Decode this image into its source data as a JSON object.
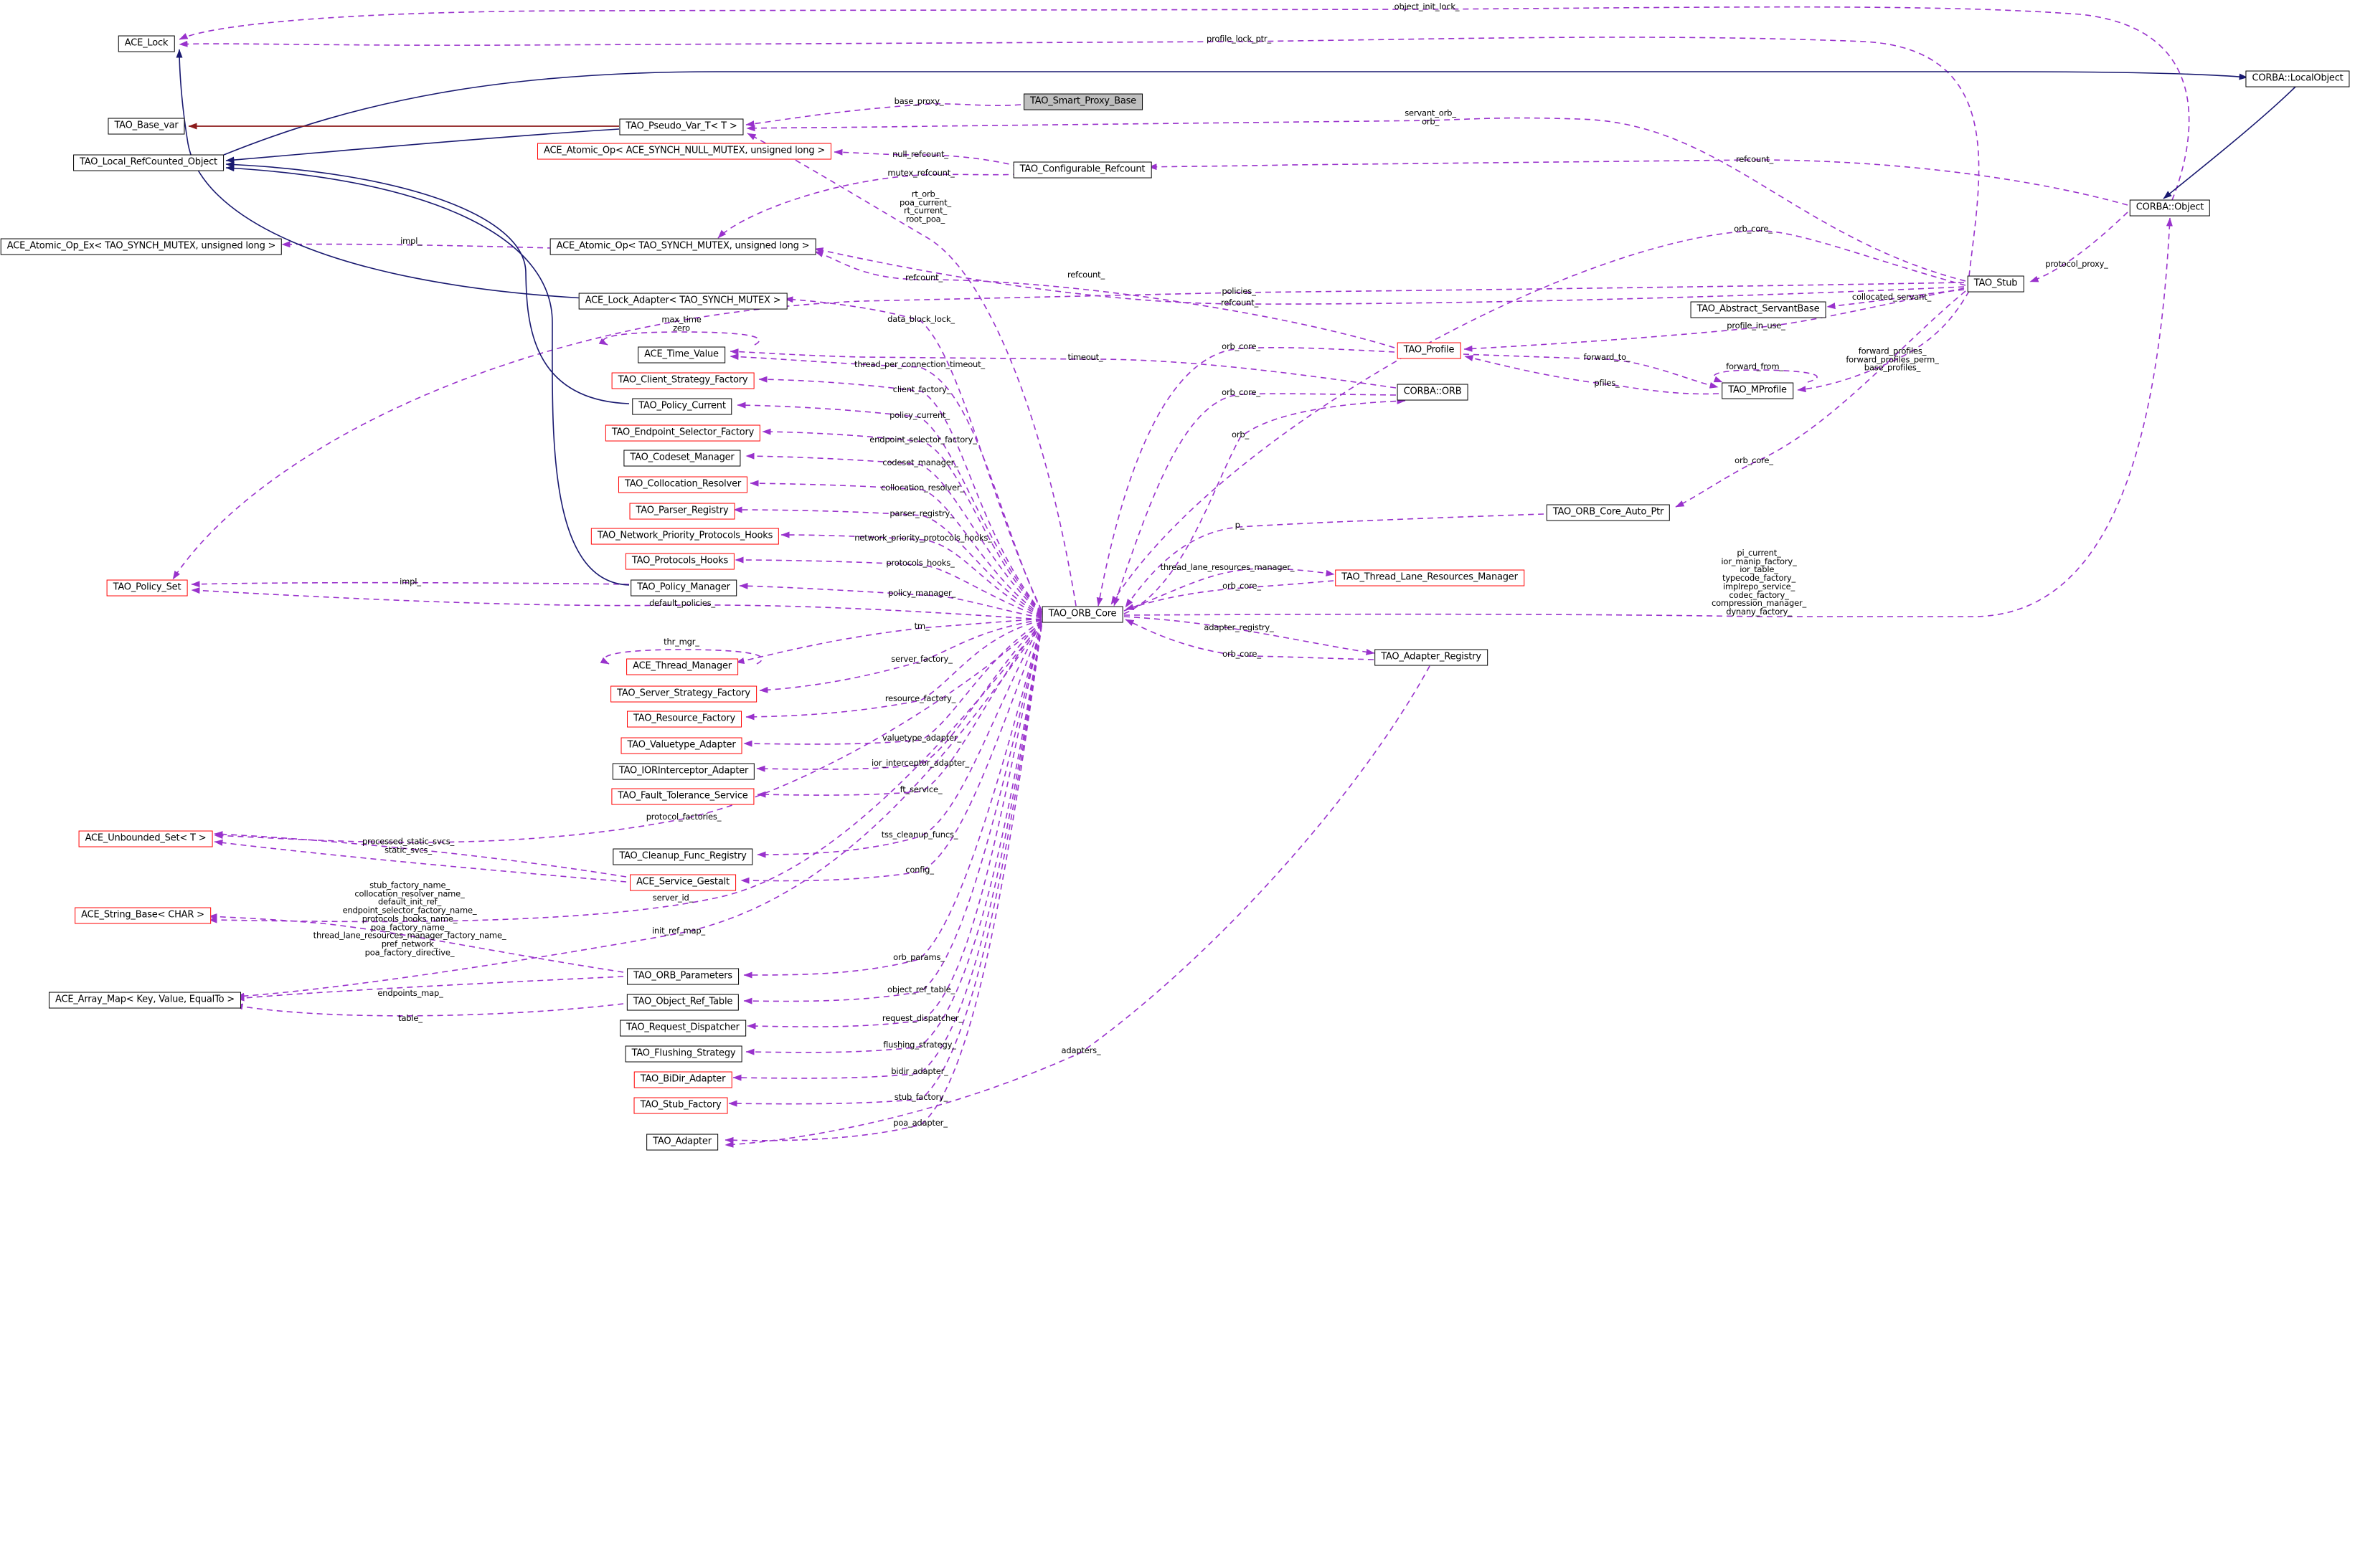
{
  "diagram": {
    "type": "collaboration-graph",
    "main_class": "TAO_Smart_Proxy_Base",
    "colors": {
      "usage_edge": "#9932cc",
      "inheritance_edge": "#191970",
      "protected_inheritance_edge": "#8b1a1a",
      "main_node_fill": "#bfbfbf",
      "truncated_node_border": "#ff0000",
      "node_border": "#000000",
      "background": "#ffffff"
    },
    "nodes": [
      {
        "id": "ace_lock",
        "label": "ACE_Lock",
        "style": "n"
      },
      {
        "id": "base_var",
        "label": "TAO_Base_var",
        "style": "n"
      },
      {
        "id": "lro",
        "label": "TAO_Local_RefCounted_Object",
        "style": "n"
      },
      {
        "id": "aoex",
        "label": "ACE_Atomic_Op_Ex< TAO_SYNCH_MUTEX, unsigned long >",
        "style": "n"
      },
      {
        "id": "pset",
        "label": "TAO_Policy_Set",
        "style": "r"
      },
      {
        "id": "uset",
        "label": "ACE_Unbounded_Set< T >",
        "style": "r"
      },
      {
        "id": "sbase",
        "label": "ACE_String_Base< CHAR >",
        "style": "r"
      },
      {
        "id": "amap",
        "label": "ACE_Array_Map< Key, Value, EqualTo >",
        "style": "n"
      },
      {
        "id": "smart",
        "label": "TAO_Smart_Proxy_Base",
        "style": "m"
      },
      {
        "id": "pvar",
        "label": "TAO_Pseudo_Var_T< T >",
        "style": "n"
      },
      {
        "id": "aonull",
        "label": "ACE_Atomic_Op< ACE_SYNCH_NULL_MUTEX, unsigned long >",
        "style": "r"
      },
      {
        "id": "crefc",
        "label": "TAO_Configurable_Refcount",
        "style": "n"
      },
      {
        "id": "aomx",
        "label": "ACE_Atomic_Op< TAO_SYNCH_MUTEX, unsigned long >",
        "style": "n"
      },
      {
        "id": "ladap",
        "label": "ACE_Lock_Adapter< TAO_SYNCH_MUTEX >",
        "style": "n"
      },
      {
        "id": "tval",
        "label": "ACE_Time_Value",
        "style": "n"
      },
      {
        "id": "csf",
        "label": "TAO_Client_Strategy_Factory",
        "style": "r"
      },
      {
        "id": "pcur",
        "label": "TAO_Policy_Current",
        "style": "n"
      },
      {
        "id": "esf",
        "label": "TAO_Endpoint_Selector_Factory",
        "style": "r"
      },
      {
        "id": "cdm",
        "label": "TAO_Codeset_Manager",
        "style": "n"
      },
      {
        "id": "cres",
        "label": "TAO_Collocation_Resolver",
        "style": "r"
      },
      {
        "id": "preg",
        "label": "TAO_Parser_Registry",
        "style": "r"
      },
      {
        "id": "npph",
        "label": "TAO_Network_Priority_Protocols_Hooks",
        "style": "r"
      },
      {
        "id": "ph",
        "label": "TAO_Protocols_Hooks",
        "style": "r"
      },
      {
        "id": "pmgr",
        "label": "TAO_Policy_Manager",
        "style": "n"
      },
      {
        "id": "thmgr",
        "label": "ACE_Thread_Manager",
        "style": "r"
      },
      {
        "id": "ssf",
        "label": "TAO_Server_Strategy_Factory",
        "style": "r"
      },
      {
        "id": "rf",
        "label": "TAO_Resource_Factory",
        "style": "r"
      },
      {
        "id": "vta",
        "label": "TAO_Valuetype_Adapter",
        "style": "r"
      },
      {
        "id": "iora",
        "label": "TAO_IORInterceptor_Adapter",
        "style": "n"
      },
      {
        "id": "fts",
        "label": "TAO_Fault_Tolerance_Service",
        "style": "r"
      },
      {
        "id": "cfr",
        "label": "TAO_Cleanup_Func_Registry",
        "style": "n"
      },
      {
        "id": "asg",
        "label": "ACE_Service_Gestalt",
        "style": "r"
      },
      {
        "id": "orbp",
        "label": "TAO_ORB_Parameters",
        "style": "n"
      },
      {
        "id": "ort",
        "label": "TAO_Object_Ref_Table",
        "style": "n"
      },
      {
        "id": "rd",
        "label": "TAO_Request_Dispatcher",
        "style": "n"
      },
      {
        "id": "fs",
        "label": "TAO_Flushing_Strategy",
        "style": "n"
      },
      {
        "id": "bda",
        "label": "TAO_BiDir_Adapter",
        "style": "r"
      },
      {
        "id": "stf",
        "label": "TAO_Stub_Factory",
        "style": "r"
      },
      {
        "id": "adp",
        "label": "TAO_Adapter",
        "style": "n"
      },
      {
        "id": "core",
        "label": "TAO_ORB_Core",
        "style": "n"
      },
      {
        "id": "tlrm",
        "label": "TAO_Thread_Lane_Resources_Manager",
        "style": "r"
      },
      {
        "id": "areg",
        "label": "TAO_Adapter_Registry",
        "style": "n"
      },
      {
        "id": "lobj",
        "label": "CORBA::LocalObject",
        "style": "n"
      },
      {
        "id": "obj",
        "label": "CORBA::Object",
        "style": "n"
      },
      {
        "id": "stub",
        "label": "TAO_Stub",
        "style": "n"
      },
      {
        "id": "asb",
        "label": "TAO_Abstract_ServantBase",
        "style": "n"
      },
      {
        "id": "prof",
        "label": "TAO_Profile",
        "style": "r"
      },
      {
        "id": "orb",
        "label": "CORBA::ORB",
        "style": "n"
      },
      {
        "id": "mprof",
        "label": "TAO_MProfile",
        "style": "n"
      },
      {
        "id": "auto",
        "label": "TAO_ORB_Core_Auto_Ptr",
        "style": "n"
      }
    ],
    "labels": [
      {
        "id": "l_impl_ae",
        "text": "impl_"
      },
      {
        "id": "l_impl_ps",
        "text": "impl_"
      },
      {
        "id": "l_base_proxy",
        "text": "base_proxy_"
      },
      {
        "id": "l_null_refcount",
        "text": "null_refcount_"
      },
      {
        "id": "l_mutex_refcount",
        "text": "mutex_refcount_"
      },
      {
        "id": "l_rt_orb",
        "text": "rt_orb_\npoa_current_\nrt_current_\nroot_poa_"
      },
      {
        "id": "l_refcount_a",
        "text": "refcount_"
      },
      {
        "id": "l_refcount_b",
        "text": "refcount_"
      },
      {
        "id": "l_data_block_lock",
        "text": "data_block_lock_"
      },
      {
        "id": "l_max_time",
        "text": "max_time\nzero"
      },
      {
        "id": "l_thread_per",
        "text": "thread_per_connection_timeout_"
      },
      {
        "id": "l_timeout",
        "text": "timeout_"
      },
      {
        "id": "l_client_factory",
        "text": "client_factory_"
      },
      {
        "id": "l_policy_current",
        "text": "policy_current_"
      },
      {
        "id": "l_endpoint_sel",
        "text": "endpoint_selector_factory_"
      },
      {
        "id": "l_codeset",
        "text": "codeset_manager_"
      },
      {
        "id": "l_colloc",
        "text": "collocation_resolver_"
      },
      {
        "id": "l_parser",
        "text": "parser_registry_"
      },
      {
        "id": "l_network",
        "text": "network_priority_protocols_hooks_"
      },
      {
        "id": "l_protocols",
        "text": "protocols_hooks_"
      },
      {
        "id": "l_policy_mgr",
        "text": "policy_manager_"
      },
      {
        "id": "l_default_policies",
        "text": "default_policies_"
      },
      {
        "id": "l_tm",
        "text": "tm_"
      },
      {
        "id": "l_thr_mgr",
        "text": "thr_mgr_"
      },
      {
        "id": "l_server_factory",
        "text": "server_factory_"
      },
      {
        "id": "l_resource_factory",
        "text": "resource_factory_"
      },
      {
        "id": "l_valuetype",
        "text": "valuetype_adapter_"
      },
      {
        "id": "l_ior_int",
        "text": "ior_interceptor_adapter_"
      },
      {
        "id": "l_ft",
        "text": "ft_service_"
      },
      {
        "id": "l_protocol_factories",
        "text": "protocol_factories_"
      },
      {
        "id": "l_static_svcs",
        "text": "processed_static_svcs_\nstatic_svcs_"
      },
      {
        "id": "l_tss",
        "text": "tss_cleanup_funcs_"
      },
      {
        "id": "l_config",
        "text": "config_"
      },
      {
        "id": "l_server_id",
        "text": "server_id_"
      },
      {
        "id": "l_names",
        "text": "stub_factory_name_\ncollocation_resolver_name_\ndefault_init_ref_\nendpoint_selector_factory_name_\nprotocols_hooks_name_\npoa_factory_name_\nthread_lane_resources_manager_factory_name_\npref_network_\npoa_factory_directive_"
      },
      {
        "id": "l_init_ref_map",
        "text": "init_ref_map_"
      },
      {
        "id": "l_orb_params",
        "text": "orb_params_"
      },
      {
        "id": "l_object_ref_table",
        "text": "object_ref_table_"
      },
      {
        "id": "l_endpoints_map",
        "text": "endpoints_map_"
      },
      {
        "id": "l_table",
        "text": "table_"
      },
      {
        "id": "l_request_disp",
        "text": "request_dispatcher_"
      },
      {
        "id": "l_flushing",
        "text": "flushing_strategy_"
      },
      {
        "id": "l_bidir",
        "text": "bidir_adapter_"
      },
      {
        "id": "l_stub_factory",
        "text": "stub_factory_"
      },
      {
        "id": "l_poa_adapter",
        "text": "poa_adapter_"
      },
      {
        "id": "l_adapters",
        "text": "adapters_"
      },
      {
        "id": "l_object_init_lock",
        "text": "object_init_lock_"
      },
      {
        "id": "l_profile_lock_ptr",
        "text": "profile_lock_ptr_"
      },
      {
        "id": "l_servant_orb",
        "text": "servant_orb_\norb_"
      },
      {
        "id": "l_refcount_top",
        "text": "refcount_"
      },
      {
        "id": "l_orb_core_stub",
        "text": "orb_core_"
      },
      {
        "id": "l_policies",
        "text": "policies_"
      },
      {
        "id": "l_refcount_stub",
        "text": "refcount_"
      },
      {
        "id": "l_orb_core_prof",
        "text": "orb_core_"
      },
      {
        "id": "l_orb_core_orb",
        "text": "orb_core_"
      },
      {
        "id": "l_orb",
        "text": "orb_"
      },
      {
        "id": "l_p",
        "text": "p_"
      },
      {
        "id": "l_tlrm",
        "text": "thread_lane_resources_manager_"
      },
      {
        "id": "l_orb_core_tlrm",
        "text": "orb_core_"
      },
      {
        "id": "l_adapter_registry",
        "text": "adapter_registry_"
      },
      {
        "id": "l_orb_core_areg",
        "text": "orb_core_"
      },
      {
        "id": "l_protocol_proxy",
        "text": "protocol_proxy_"
      },
      {
        "id": "l_collocated",
        "text": "collocated_servant_"
      },
      {
        "id": "l_profile_in_use",
        "text": "profile_in_use_"
      },
      {
        "id": "l_forward_to",
        "text": "forward_to_"
      },
      {
        "id": "l_forward_from",
        "text": "forward_from_"
      },
      {
        "id": "l_fwd_profiles",
        "text": "forward_profiles_\nforward_profiles_perm_\nbase_profiles_"
      },
      {
        "id": "l_pfiles",
        "text": "pfiles_"
      },
      {
        "id": "l_orb_core_auto",
        "text": "orb_core_"
      },
      {
        "id": "l_pi_block",
        "text": "pi_current_\nior_manip_factory_\nior_table_\ntypecode_factory_\nimplrepo_service_\ncodec_factory_\ncompression_manager_\ndynany_factory_"
      }
    ]
  }
}
